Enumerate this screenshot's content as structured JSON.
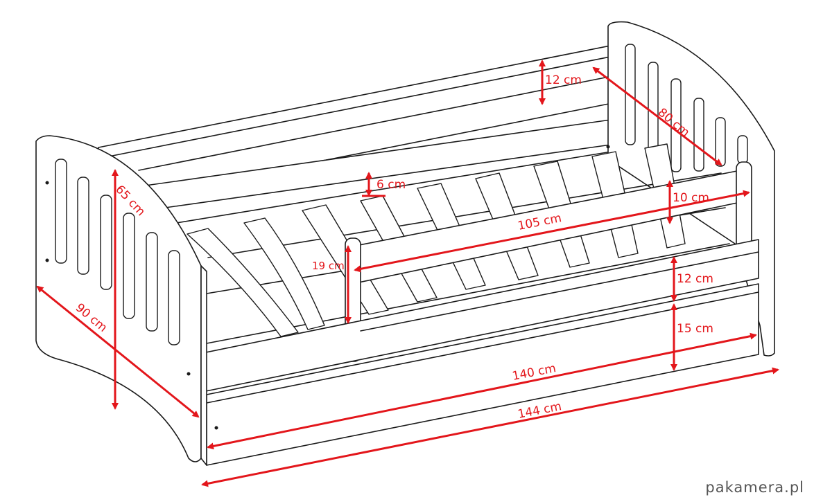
{
  "dimensions": [
    {
      "id": "height-total",
      "label": "65 cm"
    },
    {
      "id": "depth-total",
      "label": "90 cm"
    },
    {
      "id": "headboard-width",
      "label": "80 cm"
    },
    {
      "id": "back-rail",
      "label": "12 cm"
    },
    {
      "id": "barrier-gap",
      "label": "6 cm"
    },
    {
      "id": "barrier-height",
      "label": "10 cm"
    },
    {
      "id": "barrier-length",
      "label": "105 cm"
    },
    {
      "id": "barrier-post",
      "label": "19 cm"
    },
    {
      "id": "front-rail",
      "label": "12 cm"
    },
    {
      "id": "drawer-height",
      "label": "15 cm"
    },
    {
      "id": "inner-length",
      "label": "140 cm"
    },
    {
      "id": "outer-length",
      "label": "144 cm"
    }
  ],
  "colors": {
    "dimension": "#e3161b",
    "outline": "#1a1a1a"
  },
  "watermark": "pakamera.pl"
}
